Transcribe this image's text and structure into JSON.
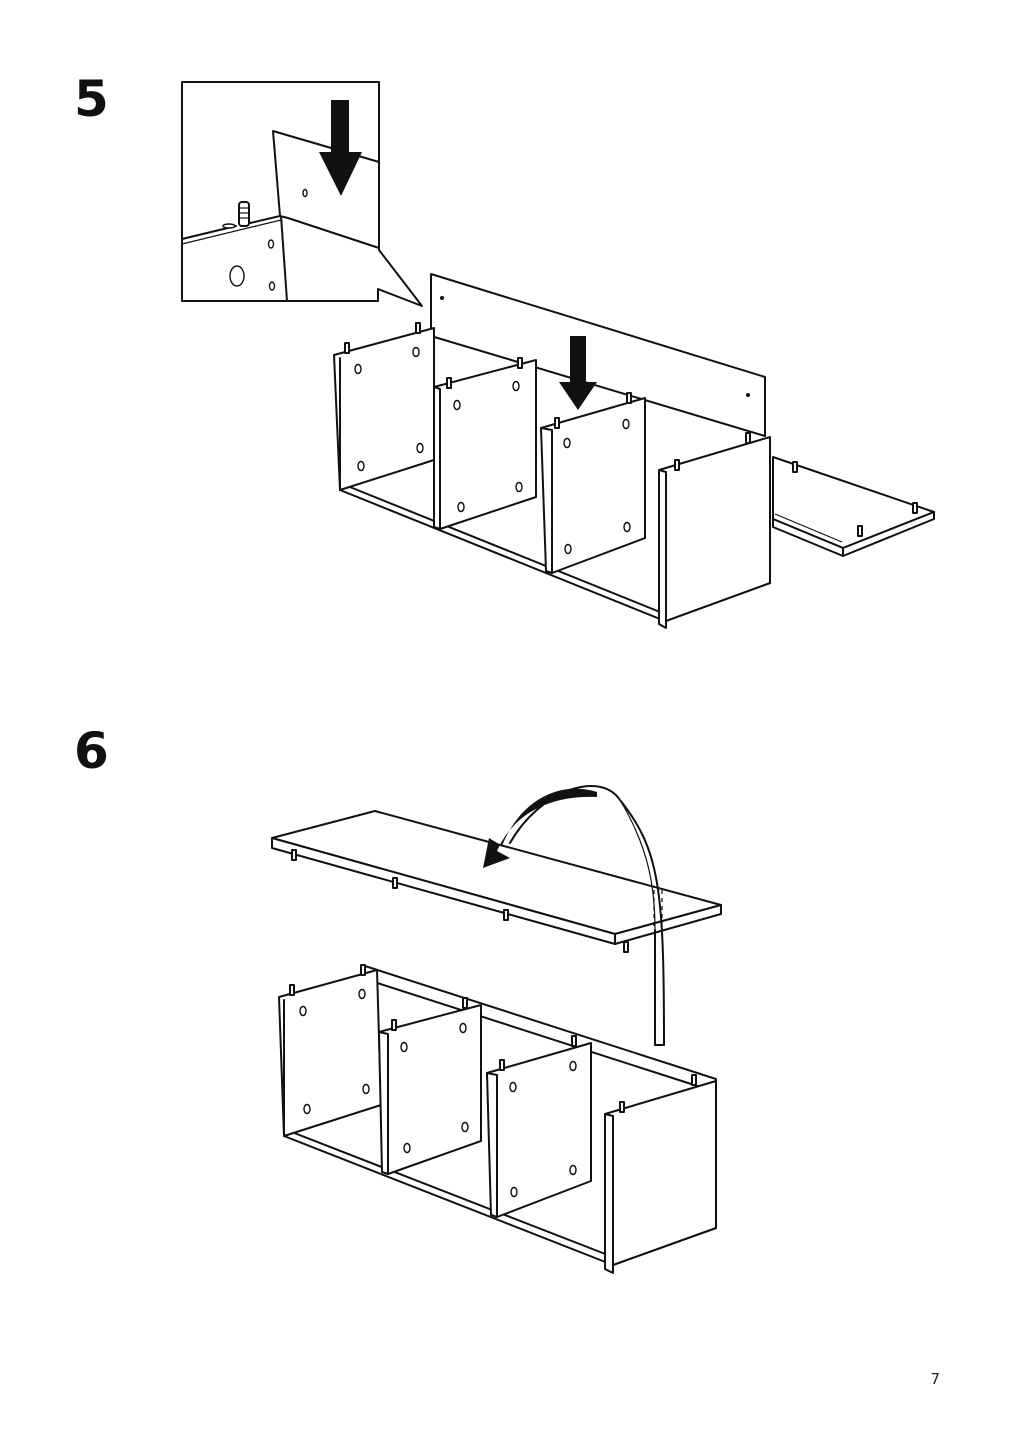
{
  "page": {
    "number": "7"
  },
  "steps": [
    {
      "number": "5",
      "illustration": "insert-back-panel-icon"
    },
    {
      "number": "6",
      "illustration": "flip-top-panel-icon"
    }
  ],
  "colors": {
    "ink": "#111111",
    "background": "#ffffff"
  }
}
